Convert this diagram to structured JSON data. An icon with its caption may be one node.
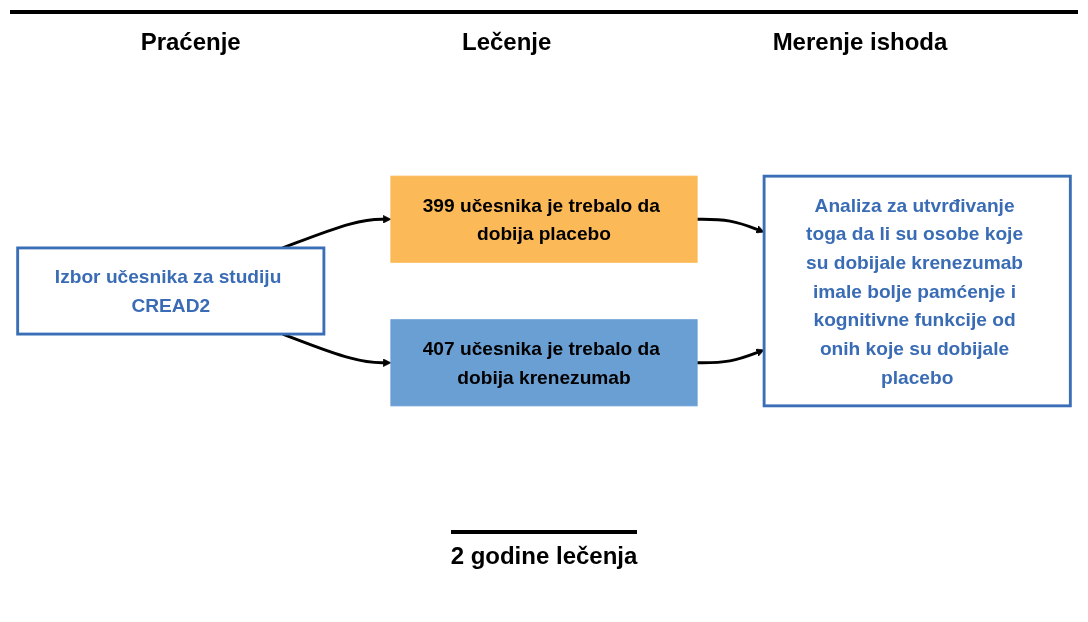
{
  "diagram": {
    "nodes": [
      {
        "text": [
          "Izbor učesnika za studiju CREAD2"
        ]
      },
      {
        "text": [
          "399 učesnika je trebalo da dobija placebo"
        ]
      },
      {
        "text": [
          "407 učesnika je trebalo da dobija krenezumab"
        ]
      },
      {
        "text": [
          "Analiza za utvrđivanje toga da li su osobe koje su dobijale krenezumab imale bolje pamćenje i kognitivne funkcije od onih koje su dobijale placebo"
        ]
      }
    ],
    "edges": [
      {
        "from": 0,
        "to": 1,
        "arrow": "to"
      },
      {
        "from": 0,
        "to": 2,
        "arrow": "to"
      },
      {
        "from": 1,
        "to": 3,
        "arrow": "to"
      },
      {
        "from": 2,
        "to": 3,
        "arrow": "to"
      }
    ],
    "labels": [
      "Praćenje",
      "Lečenje",
      "Merenje ishoda",
      "2 godine lečenja"
    ]
  }
}
